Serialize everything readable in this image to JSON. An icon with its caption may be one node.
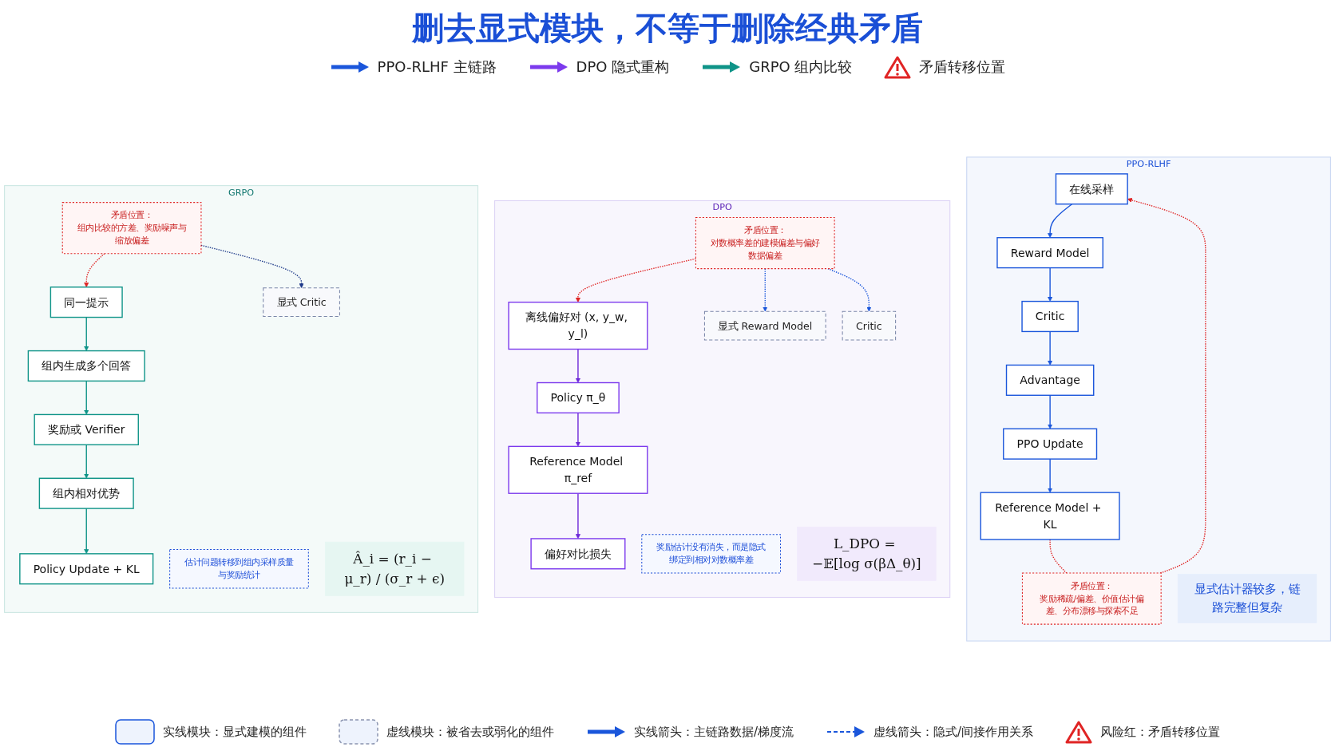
{
  "diagram": {
    "title": "删去显式模块，不等于删除经典矛盾",
    "nodes": [
      {
        "text": [
          "PPO-RLHF"
        ]
      },
      {
        "text": [
          "在线采样"
        ],
        "in": 0
      },
      {
        "text": [
          "Reward Model"
        ],
        "in": 0
      },
      {
        "text": [
          "Critic"
        ],
        "in": 0
      },
      {
        "text": [
          "Advantage"
        ],
        "in": 0
      },
      {
        "text": [
          "PPO Update"
        ],
        "in": 0
      },
      {
        "text": [
          "Reference Model + KL"
        ],
        "in": 0
      },
      {
        "text": [
          "矛盾位置：",
          "奖励稀疏/偏差、价值估计偏差、分布漂移与探索不足"
        ],
        "in": 0
      },
      {
        "text": [
          "显式估计器较多，链路完整但复杂"
        ],
        "in": 0
      },
      {
        "text": [
          "DPO"
        ]
      },
      {
        "text": [
          "离线偏好对 (x, y_w, y_l)"
        ],
        "in": 9
      },
      {
        "text": [
          "Policy π_θ"
        ],
        "in": 9
      },
      {
        "text": [
          "Reference Model π_ref"
        ],
        "in": 9
      },
      {
        "text": [
          "偏好对比损失"
        ],
        "in": 9
      },
      {
        "text": [
          "显式 Reward Model"
        ],
        "in": 9
      },
      {
        "text": [
          "Critic"
        ],
        "in": 9
      },
      {
        "text": [
          "矛盾位置：",
          "对数概率差的建模偏差与偏好数据偏差"
        ],
        "in": 9
      },
      {
        "text": [
          "奖励估计没有消失，而是隐式绑定到相对对数概率差"
        ],
        "in": 9
      },
      {
        "text": [
          "L_DPO = −𝔼[log σ(βΔ_θ)]"
        ],
        "in": 9
      },
      {
        "text": [
          "GRPO"
        ]
      },
      {
        "text": [
          "同一提示"
        ],
        "in": 19
      },
      {
        "text": [
          "组内生成多个回答"
        ],
        "in": 19
      },
      {
        "text": [
          "奖励或 Verifier"
        ],
        "in": 19
      },
      {
        "text": [
          "组内相对优势"
        ],
        "in": 19
      },
      {
        "text": [
          "Policy Update + KL"
        ],
        "in": 19
      },
      {
        "text": [
          "显式 Critic"
        ],
        "in": 19
      },
      {
        "text": [
          "矛盾位置：",
          "组内比较的方差、奖励噪声与缩放偏差"
        ],
        "in": 19
      },
      {
        "text": [
          "估计问题转移到组内采样质量与奖励统计"
        ],
        "in": 19
      },
      {
        "text": [
          "Â_i = (r_i − μ_r) / (σ_r + ϵ)"
        ],
        "in": 19
      }
    ],
    "edges": [
      {
        "from": 1,
        "to": 2,
        "arrow": "to"
      },
      {
        "from": 2,
        "to": 3,
        "arrow": "to"
      },
      {
        "from": 3,
        "to": 4,
        "arrow": "to"
      },
      {
        "from": 4,
        "to": 5,
        "arrow": "to"
      },
      {
        "from": 5,
        "to": 6,
        "arrow": "to"
      },
      {
        "from": 6,
        "to": 7,
        "arrow": "none",
        "style": "dashed",
        "color": "#e02424"
      },
      {
        "from": 7,
        "to": 1,
        "arrow": "to",
        "style": "dashed",
        "color": "#e02424"
      },
      {
        "from": 10,
        "to": 11,
        "arrow": "to",
        "color": "#6d28d9"
      },
      {
        "from": 11,
        "to": 12,
        "arrow": "to",
        "color": "#6d28d9"
      },
      {
        "from": 12,
        "to": 13,
        "arrow": "to",
        "color": "#6d28d9"
      },
      {
        "from": 16,
        "to": 10,
        "arrow": "to",
        "style": "dashed",
        "color": "#e02424"
      },
      {
        "from": 16,
        "to": 14,
        "arrow": "to",
        "style": "dashed"
      },
      {
        "from": 16,
        "to": 15,
        "arrow": "to",
        "style": "dashed"
      },
      {
        "from": 20,
        "to": 21,
        "arrow": "to",
        "color": "#0f9488"
      },
      {
        "from": 21,
        "to": 22,
        "arrow": "to",
        "color": "#0f9488"
      },
      {
        "from": 22,
        "to": 23,
        "arrow": "to",
        "color": "#0f9488"
      },
      {
        "from": 23,
        "to": 24,
        "arrow": "to",
        "color": "#0f9488"
      },
      {
        "from": 26,
        "to": 20,
        "arrow": "to",
        "style": "dashed",
        "color": "#e02424"
      },
      {
        "from": 26,
        "to": 25,
        "arrow": "to",
        "style": "dashed",
        "color": "#1e3a8a"
      }
    ],
    "legend": [
      {
        "text": "PPO-RLHF 主链路"
      },
      {
        "text": "DPO 隐式重构"
      },
      {
        "text": "GRPO 组内比较"
      },
      {
        "text": "矛盾转移位置"
      },
      {
        "text": "实线模块：显式建模的组件"
      },
      {
        "text": "虚线模块：被省去或弱化的组件"
      },
      {
        "text": "实线箭头：主链路数据/梯度流"
      },
      {
        "text": "虚线箭头：隐式/间接作用关系"
      },
      {
        "text": "风险红：矛盾转移位置"
      }
    ]
  }
}
